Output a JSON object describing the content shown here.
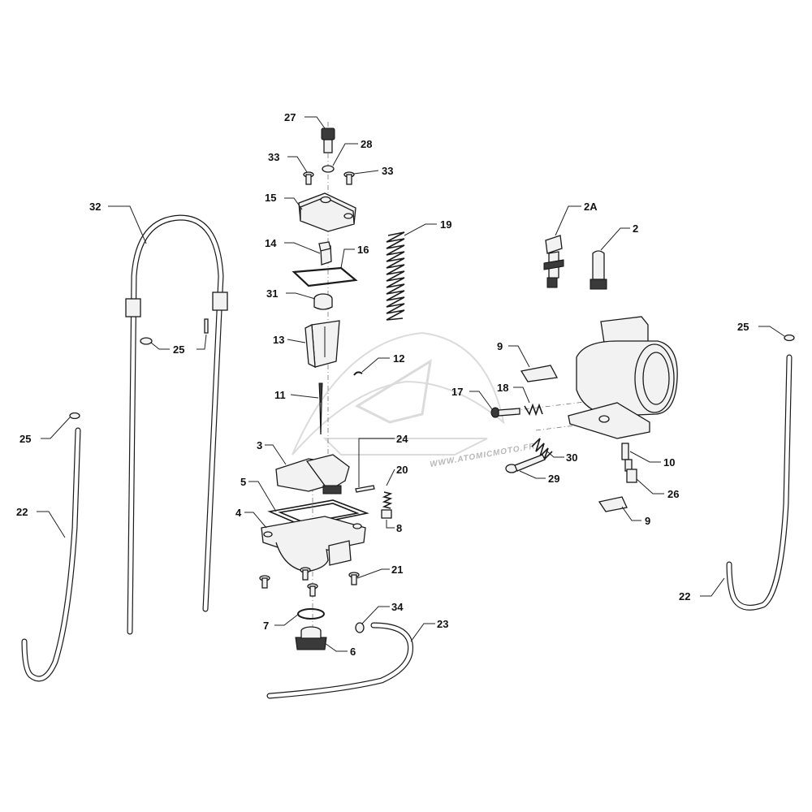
{
  "watermark": {
    "text": "WWW.ATOMICMOTO.FR"
  },
  "labels": {
    "p2": "2",
    "p2a": "2A",
    "p3": "3",
    "p4": "4",
    "p5": "5",
    "p6": "6",
    "p7": "7",
    "p8": "8",
    "p9a": "9",
    "p9b": "9",
    "p10": "10",
    "p11": "11",
    "p12": "12",
    "p13": "13",
    "p14": "14",
    "p15": "15",
    "p16": "16",
    "p17": "17",
    "p18": "18",
    "p19": "19",
    "p20": "20",
    "p21": "21",
    "p22a": "22",
    "p22b": "22",
    "p23": "23",
    "p24": "24",
    "p25a": "25",
    "p25b": "25",
    "p25c": "25",
    "p26": "26",
    "p27": "27",
    "p28": "28",
    "p29": "29",
    "p30": "30",
    "p31": "31",
    "p32": "32",
    "p33a": "33",
    "p33b": "33",
    "p34": "34"
  }
}
